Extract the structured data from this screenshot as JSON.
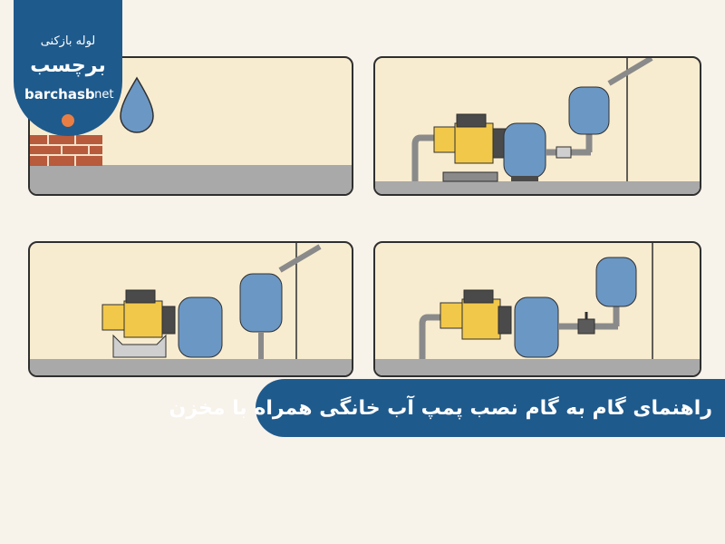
{
  "logo": {
    "subtitle": "لوله بازکنی",
    "brand": "برچسب",
    "domain_main": "barchasb",
    "domain_tld": ".net",
    "color": "#1f5a8c"
  },
  "banner": {
    "title": "راهنمای گام به گام نصب پمپ آب خانگی همراه با مخزن",
    "color": "#1f5a8c"
  },
  "colors": {
    "pump_yellow": "#f2c84b",
    "tank_blue": "#6b97c4",
    "panel_bg": "#f8ecd0",
    "floor_gray": "#a9a9a9",
    "brick": "#b85a3c"
  }
}
